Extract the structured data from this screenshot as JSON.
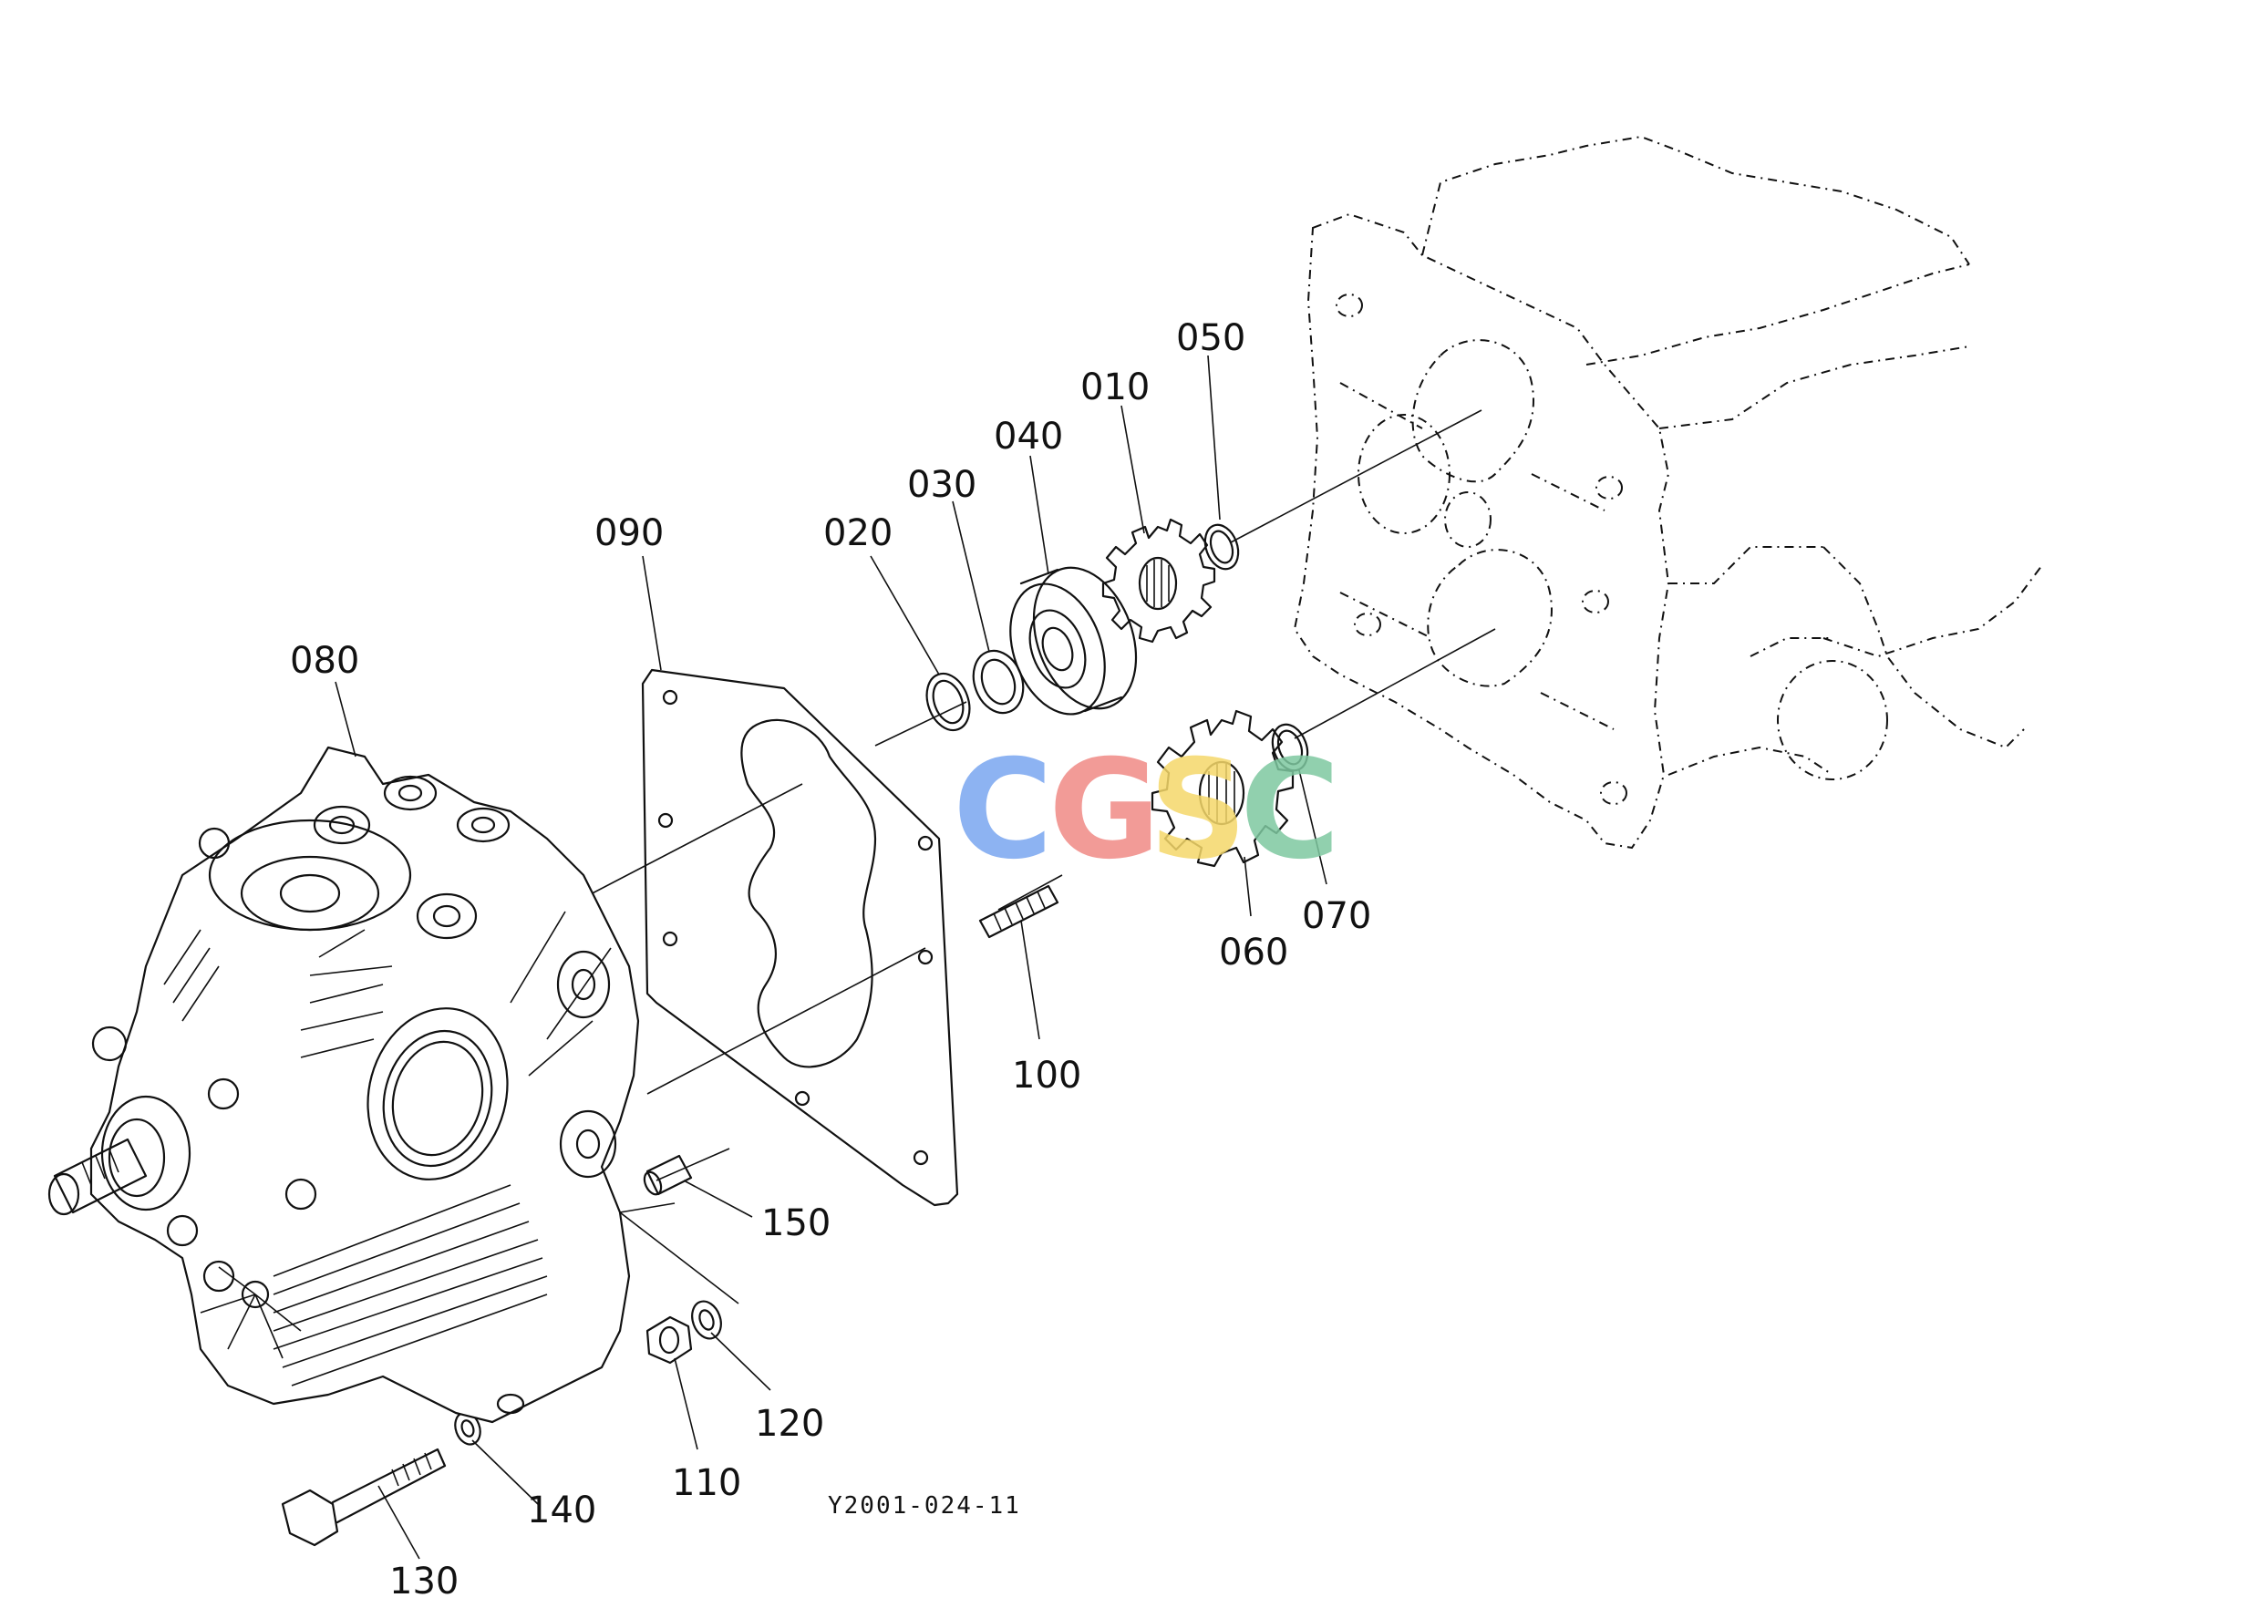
{
  "part_labels": [
    "080",
    "090",
    "020",
    "030",
    "040",
    "010",
    "050",
    "060",
    "070",
    "100",
    "150",
    "120",
    "110",
    "140",
    "130"
  ],
  "drawing_code": "Y2001-024-11",
  "watermark": {
    "letters": [
      "C",
      "G",
      "S",
      "C"
    ],
    "colors": [
      "#7aa6f0",
      "#f08a86",
      "#f5d86a",
      "#7ec8a0"
    ]
  }
}
